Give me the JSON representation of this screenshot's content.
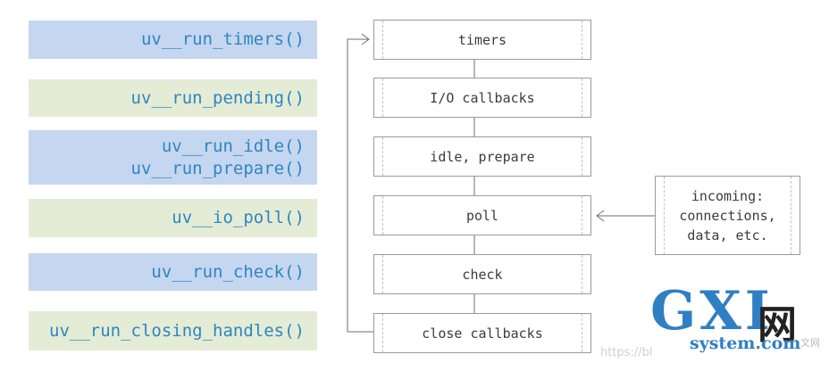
{
  "functions": [
    {
      "lines": [
        "uv__run_timers()"
      ],
      "color": "#c5d6f0"
    },
    {
      "lines": [
        "uv__run_pending()"
      ],
      "color": "#e4ecd6"
    },
    {
      "lines": [
        "uv__run_idle()",
        "uv__run_prepare()"
      ],
      "color": "#c5d6f0"
    },
    {
      "lines": [
        "uv__io_poll()"
      ],
      "color": "#e4ecd6"
    },
    {
      "lines": [
        "uv__run_check()"
      ],
      "color": "#c5d6f0"
    },
    {
      "lines": [
        "uv__run_closing_handles()"
      ],
      "color": "#e4ecd6"
    }
  ],
  "phases": [
    "timers",
    "I/O callbacks",
    "idle, prepare",
    "poll",
    "check",
    "close callbacks"
  ],
  "incoming": {
    "lines": [
      "incoming:",
      "connections,",
      "data, etc."
    ]
  },
  "logo": {
    "main": "GXI",
    "cn": "网",
    "site": "system.com",
    "small": "文网"
  },
  "watermark": "https://bl",
  "colors": {
    "text_blue": "#2e86c1",
    "border": "#9b9b9b",
    "connector": "#6e6e6e"
  }
}
